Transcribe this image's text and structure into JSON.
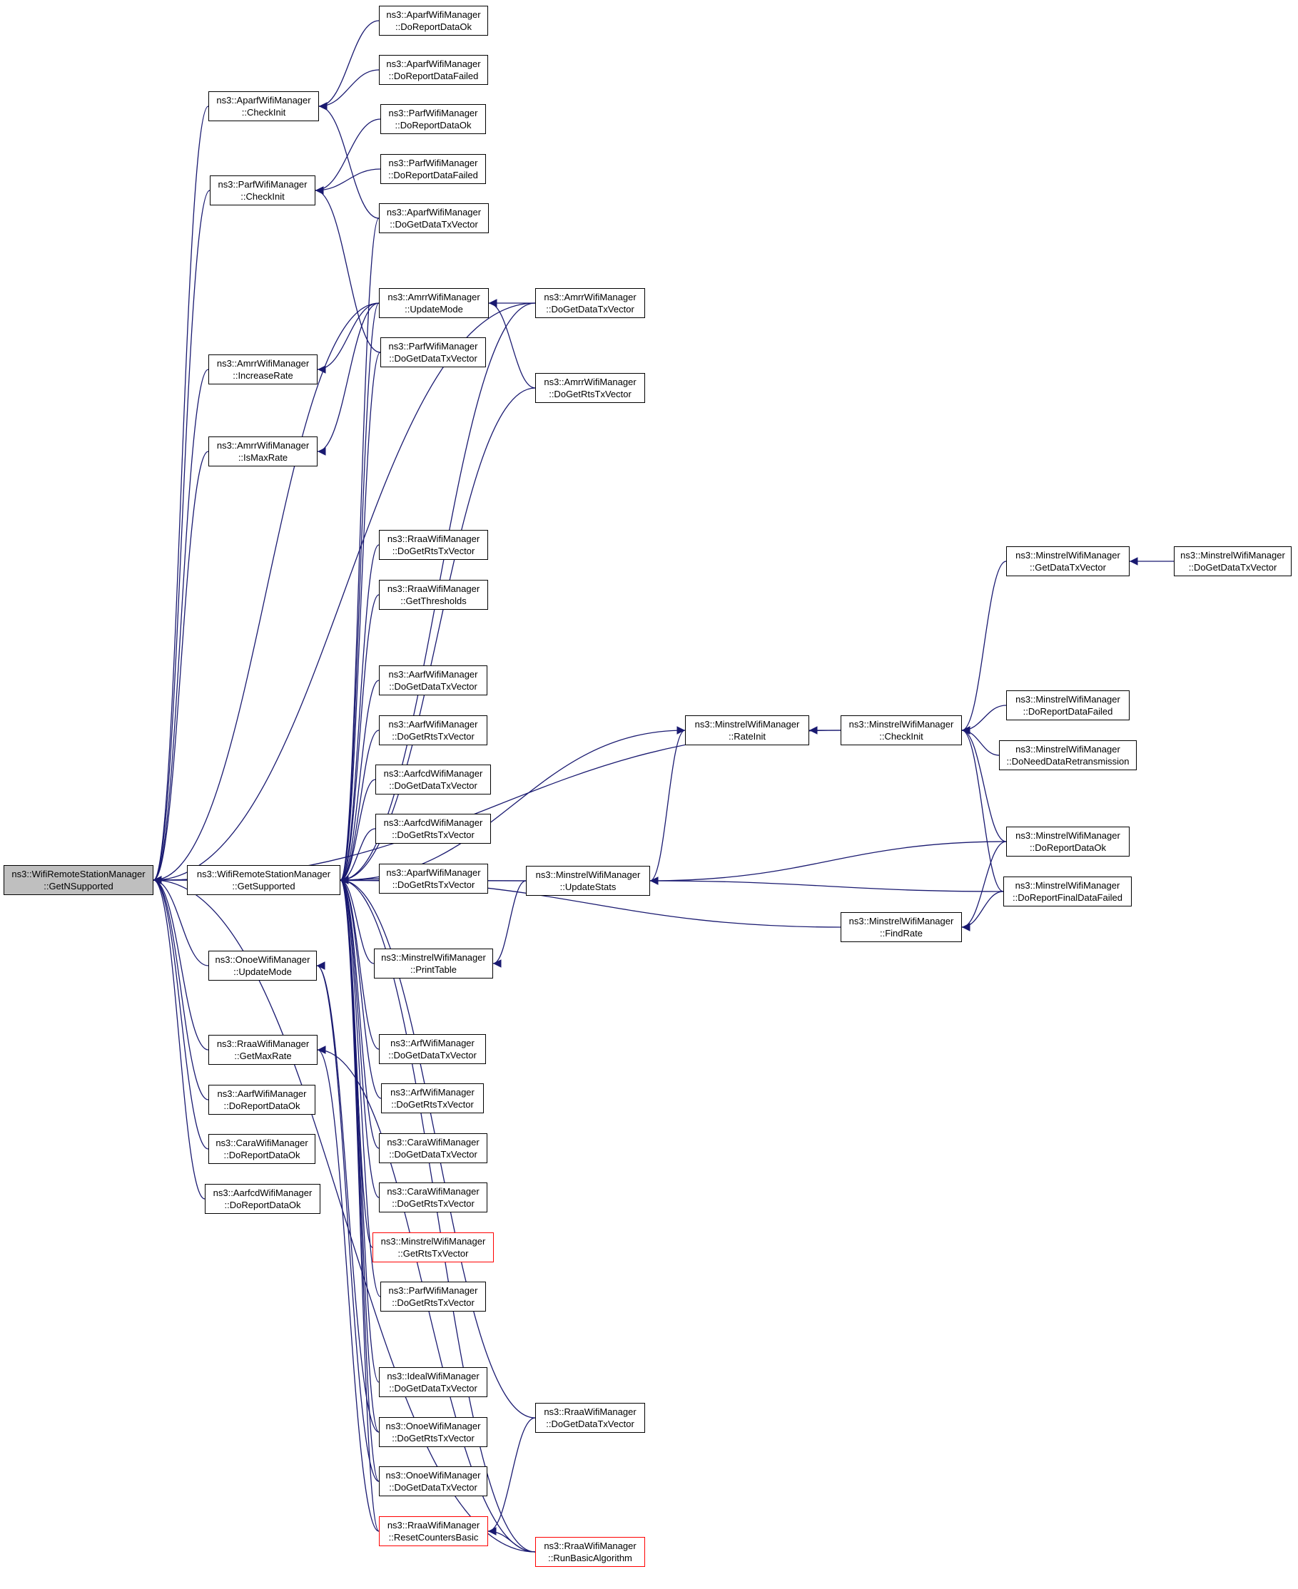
{
  "diagram": {
    "type": "call-graph",
    "colors": {
      "edge": "#191970",
      "root_fill": "#bfbfbf",
      "node_border": "#000000",
      "truncated_border": "#ff0000"
    },
    "nodes": [
      {
        "id": "root",
        "l1": "ns3::WifiRemoteStationManager",
        "l2": "::GetNSupported"
      },
      {
        "id": "getsup",
        "l1": "ns3::WifiRemoteStationManager",
        "l2": "::GetSupported"
      },
      {
        "id": "aparf_ci",
        "l1": "ns3::AparfWifiManager",
        "l2": "::CheckInit"
      },
      {
        "id": "parf_ci",
        "l1": "ns3::ParfWifiManager",
        "l2": "::CheckInit"
      },
      {
        "id": "amrr_ir",
        "l1": "ns3::AmrrWifiManager",
        "l2": "::IncreaseRate"
      },
      {
        "id": "amrr_imr",
        "l1": "ns3::AmrrWifiManager",
        "l2": "::IsMaxRate"
      },
      {
        "id": "onoe_um",
        "l1": "ns3::OnoeWifiManager",
        "l2": "::UpdateMode"
      },
      {
        "id": "rraa_gmr",
        "l1": "ns3::RraaWifiManager",
        "l2": "::GetMaxRate"
      },
      {
        "id": "aarf_rdo",
        "l1": "ns3::AarfWifiManager",
        "l2": "::DoReportDataOk"
      },
      {
        "id": "cara_rdo",
        "l1": "ns3::CaraWifiManager",
        "l2": "::DoReportDataOk"
      },
      {
        "id": "aarfcd_rdo",
        "l1": "ns3::AarfcdWifiManager",
        "l2": "::DoReportDataOk"
      },
      {
        "id": "aparf_rdo",
        "l1": "ns3::AparfWifiManager",
        "l2": "::DoReportDataOk"
      },
      {
        "id": "aparf_rdf",
        "l1": "ns3::AparfWifiManager",
        "l2": "::DoReportDataFailed"
      },
      {
        "id": "parf_rdo",
        "l1": "ns3::ParfWifiManager",
        "l2": "::DoReportDataOk"
      },
      {
        "id": "parf_rdf",
        "l1": "ns3::ParfWifiManager",
        "l2": "::DoReportDataFailed"
      },
      {
        "id": "aparf_gdt",
        "l1": "ns3::AparfWifiManager",
        "l2": "::DoGetDataTxVector"
      },
      {
        "id": "amrr_um",
        "l1": "ns3::AmrrWifiManager",
        "l2": "::UpdateMode"
      },
      {
        "id": "parf_gdt",
        "l1": "ns3::ParfWifiManager",
        "l2": "::DoGetDataTxVector"
      },
      {
        "id": "rraa_grts",
        "l1": "ns3::RraaWifiManager",
        "l2": "::DoGetRtsTxVector"
      },
      {
        "id": "rraa_gth",
        "l1": "ns3::RraaWifiManager",
        "l2": "::GetThresholds"
      },
      {
        "id": "aarf_gdt",
        "l1": "ns3::AarfWifiManager",
        "l2": "::DoGetDataTxVector"
      },
      {
        "id": "aarf_grts",
        "l1": "ns3::AarfWifiManager",
        "l2": "::DoGetRtsTxVector"
      },
      {
        "id": "aarfcd_gdt",
        "l1": "ns3::AarfcdWifiManager",
        "l2": "::DoGetDataTxVector"
      },
      {
        "id": "aarfcd_grts",
        "l1": "ns3::AarfcdWifiManager",
        "l2": "::DoGetRtsTxVector"
      },
      {
        "id": "aparf_grts",
        "l1": "ns3::AparfWifiManager",
        "l2": "::DoGetRtsTxVector"
      },
      {
        "id": "min_pt",
        "l1": "ns3::MinstrelWifiManager",
        "l2": "::PrintTable"
      },
      {
        "id": "arf_gdt",
        "l1": "ns3::ArfWifiManager",
        "l2": "::DoGetDataTxVector"
      },
      {
        "id": "arf_grts",
        "l1": "ns3::ArfWifiManager",
        "l2": "::DoGetRtsTxVector"
      },
      {
        "id": "cara_gdt",
        "l1": "ns3::CaraWifiManager",
        "l2": "::DoGetDataTxVector"
      },
      {
        "id": "cara_grts",
        "l1": "ns3::CaraWifiManager",
        "l2": "::DoGetRtsTxVector"
      },
      {
        "id": "min_grts",
        "l1": "ns3::MinstrelWifiManager",
        "l2": "::GetRtsTxVector",
        "truncated": true
      },
      {
        "id": "parf_grts",
        "l1": "ns3::ParfWifiManager",
        "l2": "::DoGetRtsTxVector"
      },
      {
        "id": "ideal_gdt",
        "l1": "ns3::IdealWifiManager",
        "l2": "::DoGetDataTxVector"
      },
      {
        "id": "onoe_grts",
        "l1": "ns3::OnoeWifiManager",
        "l2": "::DoGetRtsTxVector"
      },
      {
        "id": "onoe_gdt",
        "l1": "ns3::OnoeWifiManager",
        "l2": "::DoGetDataTxVector"
      },
      {
        "id": "rraa_rcb",
        "l1": "ns3::RraaWifiManager",
        "l2": "::ResetCountersBasic",
        "truncated": true
      },
      {
        "id": "amrr_gdt",
        "l1": "ns3::AmrrWifiManager",
        "l2": "::DoGetDataTxVector"
      },
      {
        "id": "amrr_grts",
        "l1": "ns3::AmrrWifiManager",
        "l2": "::DoGetRtsTxVector"
      },
      {
        "id": "min_us",
        "l1": "ns3::MinstrelWifiManager",
        "l2": "::UpdateStats"
      },
      {
        "id": "rraa_gdt",
        "l1": "ns3::RraaWifiManager",
        "l2": "::DoGetDataTxVector"
      },
      {
        "id": "rraa_rba",
        "l1": "ns3::RraaWifiManager",
        "l2": "::RunBasicAlgorithm",
        "truncated": true
      },
      {
        "id": "min_ri",
        "l1": "ns3::MinstrelWifiManager",
        "l2": "::RateInit"
      },
      {
        "id": "min_ci",
        "l1": "ns3::MinstrelWifiManager",
        "l2": "::CheckInit"
      },
      {
        "id": "min_fr",
        "l1": "ns3::MinstrelWifiManager",
        "l2": "::FindRate"
      },
      {
        "id": "min_gdtv",
        "l1": "ns3::MinstrelWifiManager",
        "l2": "::GetDataTxVector"
      },
      {
        "id": "min_rdf",
        "l1": "ns3::MinstrelWifiManager",
        "l2": "::DoReportDataFailed"
      },
      {
        "id": "min_ndr",
        "l1": "ns3::MinstrelWifiManager",
        "l2": "::DoNeedDataRetransmission"
      },
      {
        "id": "min_rdo",
        "l1": "ns3::MinstrelWifiManager",
        "l2": "::DoReportDataOk"
      },
      {
        "id": "min_rfdf",
        "l1": "ns3::MinstrelWifiManager",
        "l2": "::DoReportFinalDataFailed"
      },
      {
        "id": "min_gdt",
        "l1": "ns3::MinstrelWifiManager",
        "l2": "::DoGetDataTxVector"
      }
    ],
    "edges": [
      [
        "getsup",
        "root"
      ],
      [
        "aparf_ci",
        "root"
      ],
      [
        "parf_ci",
        "root"
      ],
      [
        "amrr_ir",
        "root"
      ],
      [
        "amrr_imr",
        "root"
      ],
      [
        "onoe_um",
        "root"
      ],
      [
        "rraa_gmr",
        "root"
      ],
      [
        "aarf_rdo",
        "root"
      ],
      [
        "cara_rdo",
        "root"
      ],
      [
        "aarfcd_rdo",
        "root"
      ],
      [
        "amrr_um",
        "root"
      ],
      [
        "amrr_gdt",
        "root"
      ],
      [
        "min_ci",
        "root"
      ],
      [
        "min_us",
        "root"
      ],
      [
        "rraa_rba",
        "root"
      ],
      [
        "aparf_rdo",
        "aparf_ci"
      ],
      [
        "aparf_rdf",
        "aparf_ci"
      ],
      [
        "aparf_gdt",
        "aparf_ci"
      ],
      [
        "parf_rdo",
        "parf_ci"
      ],
      [
        "parf_rdf",
        "parf_ci"
      ],
      [
        "parf_gdt",
        "parf_ci"
      ],
      [
        "amrr_um",
        "amrr_ir"
      ],
      [
        "amrr_um",
        "amrr_imr"
      ],
      [
        "amrr_gdt",
        "amrr_um"
      ],
      [
        "amrr_grts",
        "amrr_um"
      ],
      [
        "aparf_gdt",
        "getsup"
      ],
      [
        "amrr_um",
        "getsup"
      ],
      [
        "parf_gdt",
        "getsup"
      ],
      [
        "amrr_gdt",
        "getsup"
      ],
      [
        "amrr_grts",
        "getsup"
      ],
      [
        "rraa_grts",
        "getsup"
      ],
      [
        "rraa_gth",
        "getsup"
      ],
      [
        "min_ri",
        "getsup"
      ],
      [
        "aarf_gdt",
        "getsup"
      ],
      [
        "aarf_grts",
        "getsup"
      ],
      [
        "aarfcd_gdt",
        "getsup"
      ],
      [
        "aarfcd_grts",
        "getsup"
      ],
      [
        "aparf_grts",
        "getsup"
      ],
      [
        "min_us",
        "getsup"
      ],
      [
        "min_pt",
        "getsup"
      ],
      [
        "min_fr",
        "getsup"
      ],
      [
        "arf_gdt",
        "getsup"
      ],
      [
        "arf_grts",
        "getsup"
      ],
      [
        "cara_gdt",
        "getsup"
      ],
      [
        "cara_grts",
        "getsup"
      ],
      [
        "min_grts",
        "getsup"
      ],
      [
        "parf_grts",
        "getsup"
      ],
      [
        "ideal_gdt",
        "getsup"
      ],
      [
        "onoe_grts",
        "getsup"
      ],
      [
        "onoe_gdt",
        "getsup"
      ],
      [
        "rraa_rcb",
        "getsup"
      ],
      [
        "rraa_gdt",
        "getsup"
      ],
      [
        "rraa_rba",
        "getsup"
      ],
      [
        "onoe_grts",
        "onoe_um"
      ],
      [
        "onoe_gdt",
        "onoe_um"
      ],
      [
        "rraa_rcb",
        "rraa_gmr"
      ],
      [
        "rraa_rba",
        "rraa_gmr"
      ],
      [
        "min_us",
        "min_pt"
      ],
      [
        "rraa_gdt",
        "rraa_rcb"
      ],
      [
        "rraa_rba",
        "rraa_rcb"
      ],
      [
        "min_rdo",
        "min_us"
      ],
      [
        "min_rfdf",
        "min_us"
      ],
      [
        "min_ci",
        "min_ri"
      ],
      [
        "min_us",
        "min_ri"
      ],
      [
        "min_gdtv",
        "min_ci"
      ],
      [
        "min_rdf",
        "min_ci"
      ],
      [
        "min_ndr",
        "min_ci"
      ],
      [
        "min_rdo",
        "min_ci"
      ],
      [
        "min_rfdf",
        "min_ci"
      ],
      [
        "min_gdt",
        "min_gdtv"
      ],
      [
        "min_rdo",
        "min_fr"
      ],
      [
        "min_rfdf",
        "min_fr"
      ]
    ]
  }
}
